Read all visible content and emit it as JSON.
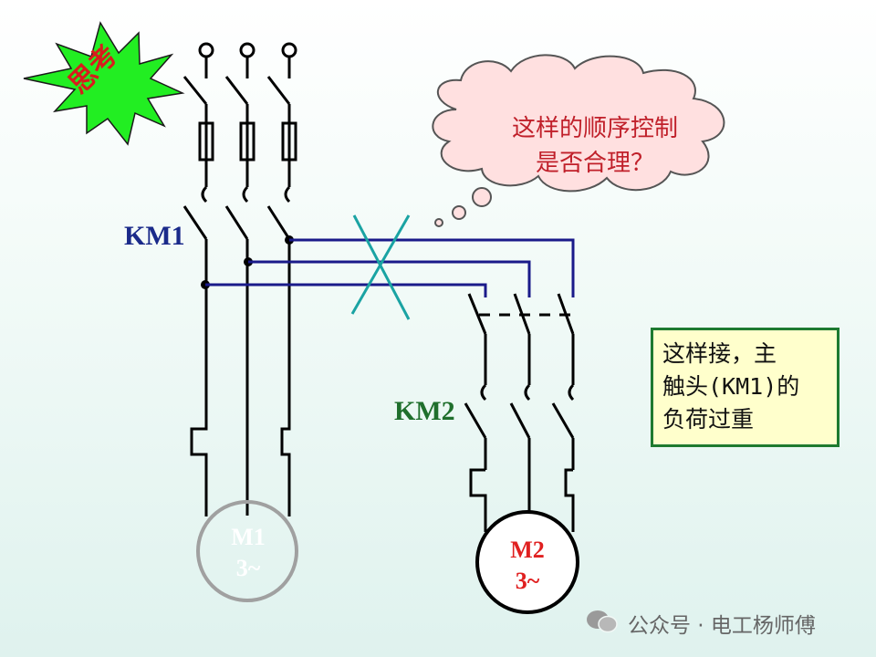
{
  "burst_label": "思考",
  "thought_bubble": {
    "line1": "这样的顺序控制",
    "line2": "是否合理？"
  },
  "km1_label": "KM1",
  "km2_label": "KM2",
  "motor1": {
    "line1": "M1",
    "line2": "3~"
  },
  "motor2": {
    "line1": "M2",
    "line2": "3~"
  },
  "note": {
    "line1": "这样接，主",
    "line2": "触头(KM1)的",
    "line3": "负荷过重"
  },
  "watermark": "公众号 · 电工杨师傅",
  "colors": {
    "wire": "#000000",
    "blue_wire": "#1a1a8a",
    "cross": "#1aa3a3",
    "burst_fill": "#22ee22",
    "burst_text": "#d81c1c",
    "motor1_outline": "#a0a0a0",
    "motor2_outline": "#000000",
    "note_bg": "#ffffcc",
    "note_border": "#1e7a30",
    "thought_fill": "#ffe0e0"
  }
}
